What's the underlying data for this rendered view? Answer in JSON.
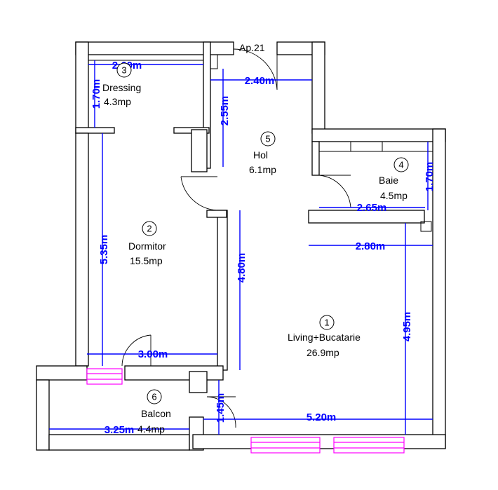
{
  "apartment_label": "Ap.21",
  "rooms": [
    {
      "id": "living",
      "number": "1",
      "name": "Living+Bucatarie",
      "area": "26.9mp"
    },
    {
      "id": "dormitor",
      "number": "2",
      "name": "Dormitor",
      "area": "15.5mp"
    },
    {
      "id": "dressing",
      "number": "3",
      "name": "Dressing",
      "area": "4.3mp"
    },
    {
      "id": "baie",
      "number": "4",
      "name": "Baie",
      "area": "4.5mp"
    },
    {
      "id": "hol",
      "number": "5",
      "name": "Hol",
      "area": "6.1mp"
    },
    {
      "id": "balcon",
      "number": "6",
      "name": "Balcon",
      "area": "4.4mp"
    }
  ],
  "dimensions": {
    "dressing_width": "2.60m",
    "dressing_depth": "1.70m",
    "hol_width": "2.40m",
    "hol_depth": "2.55m",
    "baie_depth": "1.70m",
    "baie_width": "2.65m",
    "living_upper_width": "2.80m",
    "living_depth": "4.95m",
    "dormitor_depth": "5.35m",
    "hol_wall_length": "4.80m",
    "dormitor_width": "3.00m",
    "balcon_door": "1.45m",
    "living_width": "5.20m",
    "balcon_width": "3.25m"
  }
}
